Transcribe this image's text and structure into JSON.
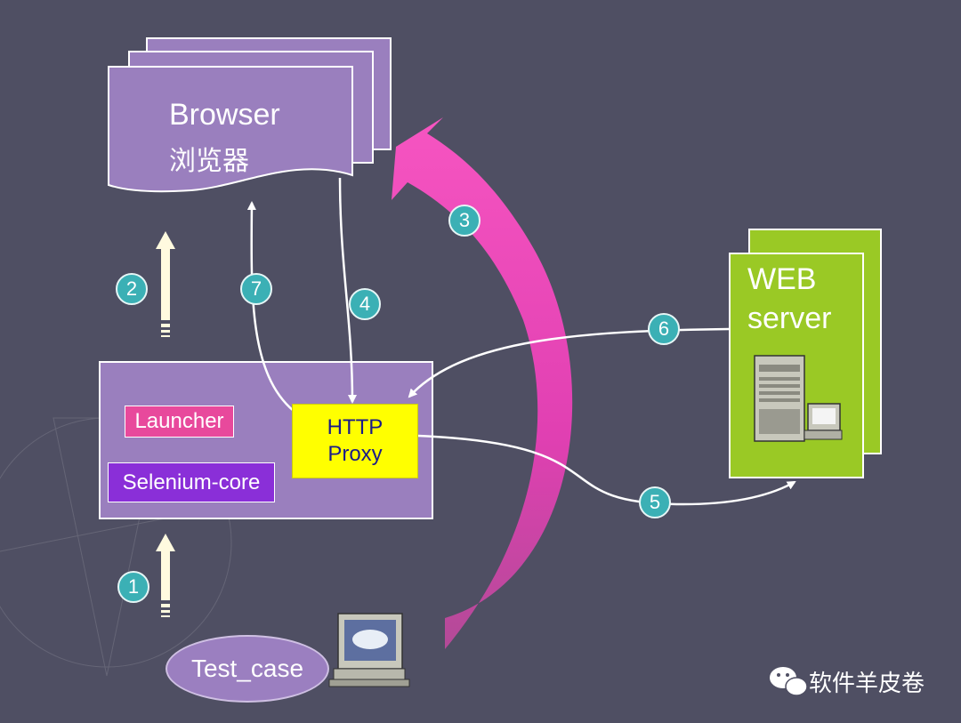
{
  "browser": {
    "title": "Browser",
    "subtitle": "浏览器"
  },
  "web_server": {
    "line1": "WEB",
    "line2": "server"
  },
  "selenium_rc": {
    "launcher": "Launcher",
    "core": "Selenium-core",
    "proxy_line1": "HTTP",
    "proxy_line2": "Proxy"
  },
  "test_case": "Test_case",
  "steps": [
    "1",
    "2",
    "3",
    "4",
    "5",
    "6",
    "7"
  ],
  "watermark": "软件羊皮卷",
  "colors": {
    "background": "#4f4f63",
    "browser_fill": "#9a7fbe",
    "server_fill": "#9ac925",
    "proxy_fill": "#ffff00",
    "launcher_fill": "#e8499c",
    "core_fill": "#8a2fd8",
    "step_badge": "#3bb0b5",
    "big_arrow": "#e83fb6",
    "arrow_light": "#fffadf"
  },
  "icons": [
    "desktop-computer-icon",
    "server-tower-icon",
    "wechat-icon"
  ]
}
